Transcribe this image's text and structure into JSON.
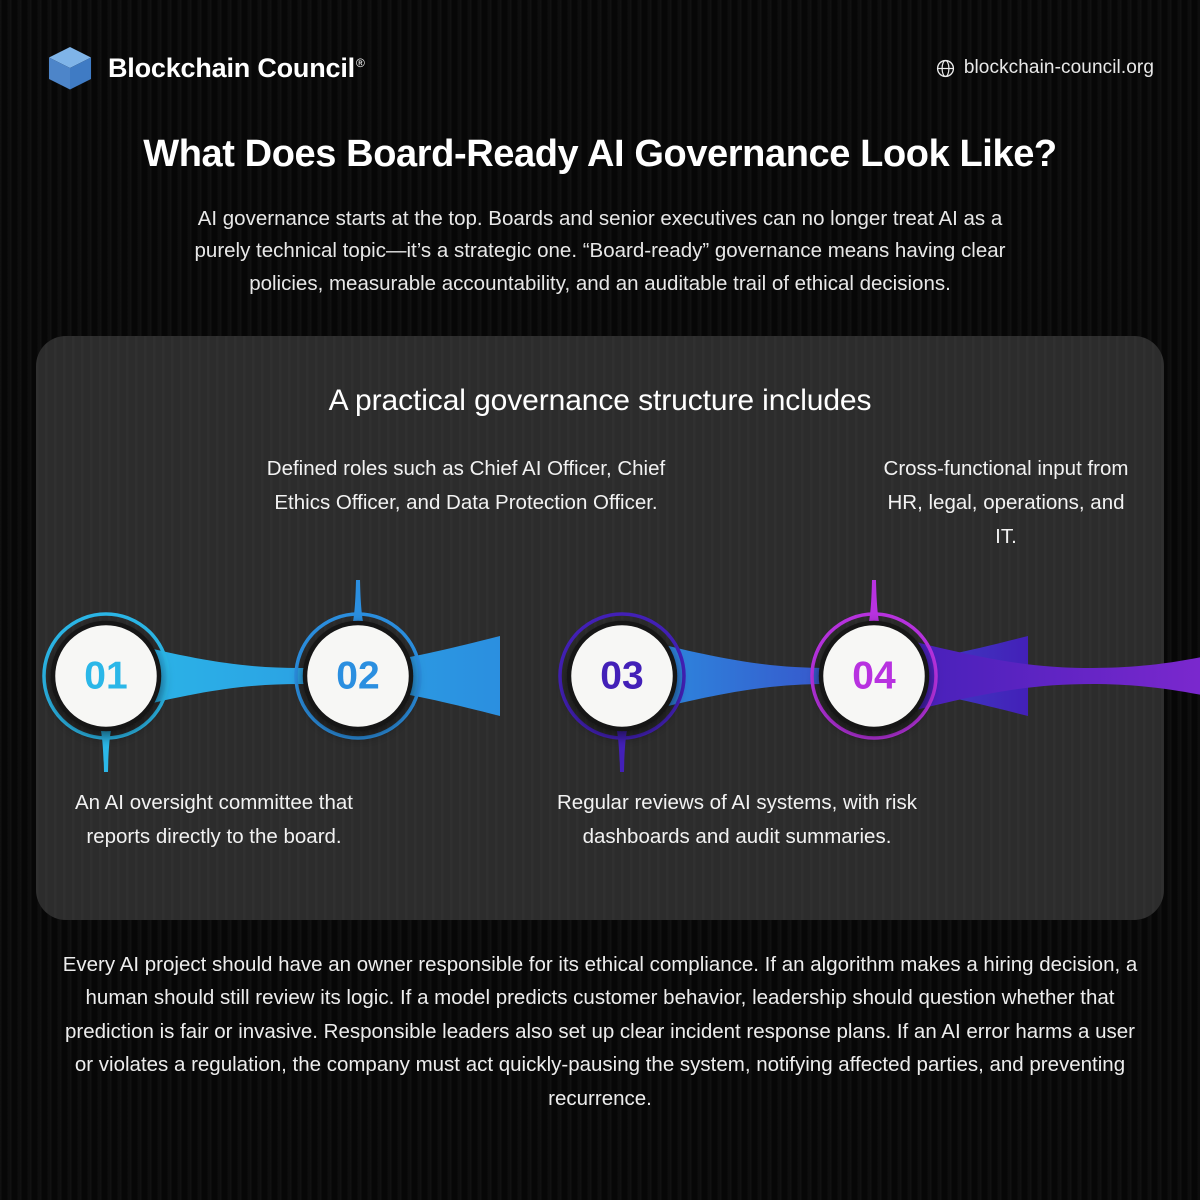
{
  "header": {
    "brand_name": "Blockchain Council",
    "brand_registered_mark": "®",
    "logo_icon": "cube-icon",
    "globe_icon": "globe-icon",
    "site_url": "blockchain-council.org"
  },
  "title": "What Does Board-Ready AI Governance Look Like?",
  "intro": "AI governance starts at the top. Boards and senior executives can no longer treat AI as a purely technical topic—it’s a strategic one. “Board-ready” governance means having clear policies, measurable accountability, and an auditable trail of ethical decisions.",
  "card": {
    "title": "A practical governance structure includes",
    "steps": [
      {
        "number": "01",
        "position": "bottom",
        "text": "An AI oversight committee that reports directly to the board.",
        "color": "#2bb7e8"
      },
      {
        "number": "02",
        "position": "top",
        "text": "Defined roles such as Chief AI Officer, Chief Ethics Officer, and Data Protection Officer.",
        "color": "#2b8fe0"
      },
      {
        "number": "03",
        "position": "bottom",
        "text": "Regular reviews of AI systems, with risk dashboards and audit summaries.",
        "color": "#4320b8"
      },
      {
        "number": "04",
        "position": "top",
        "text": "Cross-functional input from HR, legal, operations, and IT.",
        "color": "#b832e0"
      }
    ]
  },
  "outro": "Every AI project should have an owner responsible for its ethical compliance. If an algorithm makes a hiring decision, a human should still review its logic. If a model predicts customer behavior, leadership should question whether that prediction is fair or invasive. Responsible leaders also set up clear incident response plans. If an AI error harms a user or violates a regulation, the company must act quickly-pausing the system, notifying affected parties, and preventing recurrence.",
  "colors": {
    "page_background": "#0b0b0b",
    "card_background": "#2e2e2e",
    "text_primary": "#ffffff",
    "accent_start": "#2bb7e8",
    "accent_end": "#b832e0"
  }
}
